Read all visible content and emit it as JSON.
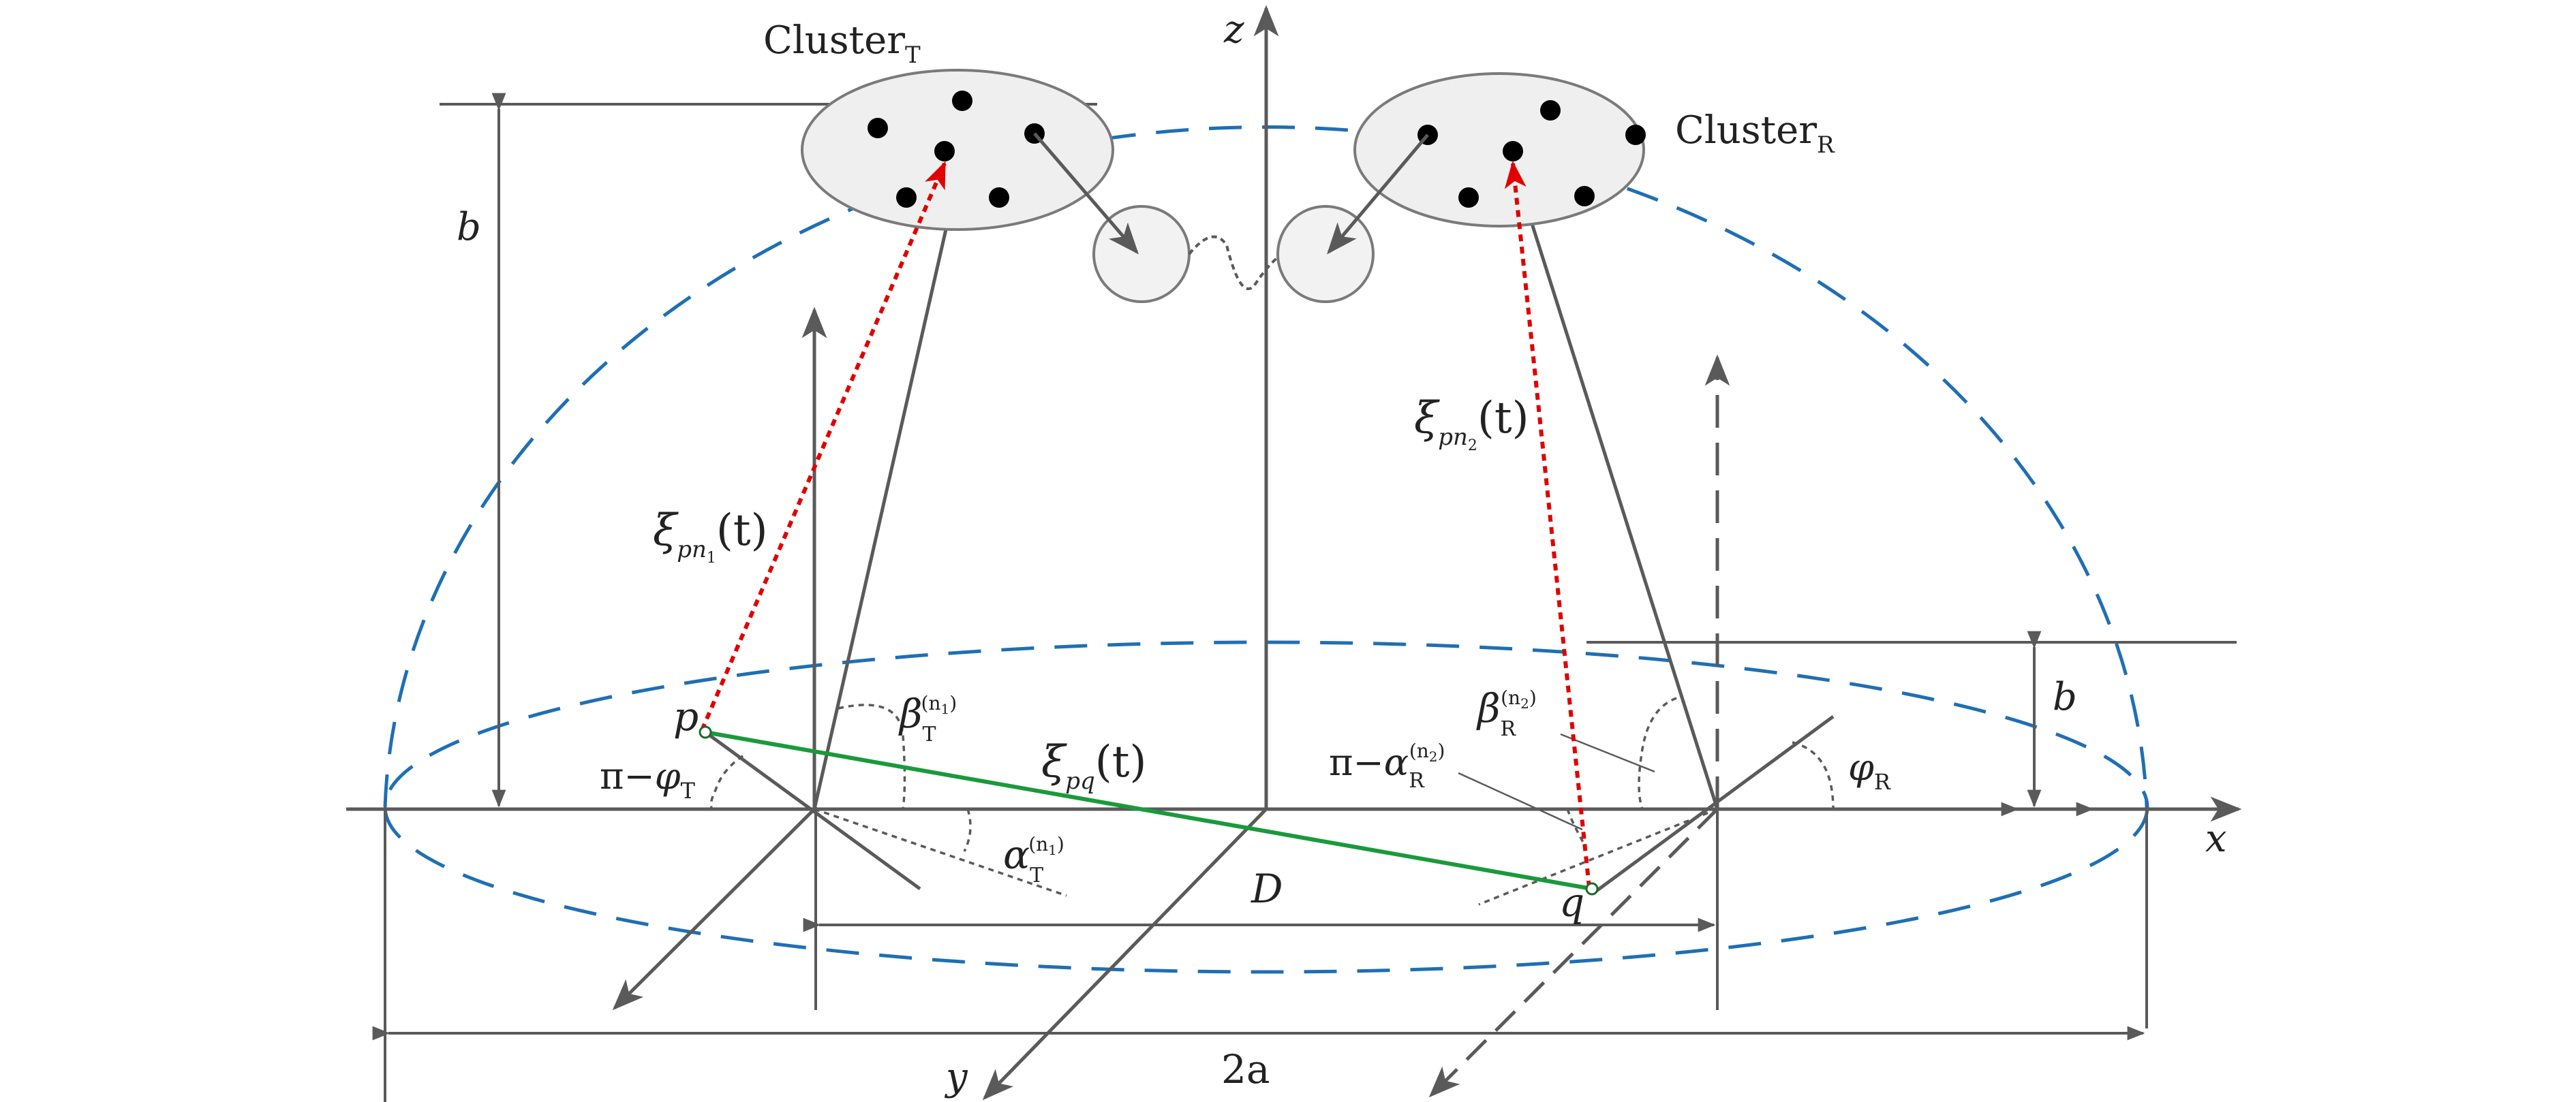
{
  "labels": {
    "z_axis": "z",
    "x_axis": "x",
    "y_axis": "y",
    "cluster_t": "Cluster",
    "cluster_t_sub": "T",
    "cluster_r": "Cluster",
    "cluster_r_sub": "R",
    "b_top": "b",
    "b_right": "b",
    "xi_pn1_main": "ξ",
    "xi_pn1_sub": "pn",
    "xi_pn1_subsub": "1",
    "xi_pn1_arg": "(t)",
    "xi_pn2_main": "ξ",
    "xi_pn2_sub": "pn",
    "xi_pn2_subsub": "2",
    "xi_pn2_arg": "(t)",
    "xi_pq_main": "ξ",
    "xi_pq_sub": "pq",
    "xi_pq_arg": "(t)",
    "p": "p",
    "q": "q",
    "pi_minus_phi_t_pre": "π−",
    "phi": "φ",
    "phi_t_sub": "T",
    "phi_r_sub": "R",
    "beta": "β",
    "beta_t_sub": "T",
    "beta_t_sup": "(n",
    "beta_t_sup_sub": "1",
    "beta_t_sup_close": ")",
    "beta_r_sub": "R",
    "beta_r_sup": "(n",
    "beta_r_sup_sub": "2",
    "beta_r_sup_close": ")",
    "alpha": "α",
    "alpha_t_sub": "T",
    "alpha_t_sup": "(n",
    "alpha_t_sup_sub": "1",
    "alpha_t_sup_close": ")",
    "pi_minus_alpha_r_pre": "π−",
    "alpha_r_sub": "R",
    "alpha_r_sup": "(n",
    "alpha_r_sup_sub": "2",
    "alpha_r_sup_close": ")",
    "D": "D",
    "two_a": "2a"
  },
  "colors": {
    "axis": "#5a5a5a",
    "ellipsoid": "#1f6fb4",
    "ray": "#e00000",
    "los": "#1a9a3a",
    "cluster_fill": "#efefef",
    "cluster_stroke": "#7a7a7a",
    "scatterer": "#000000"
  }
}
